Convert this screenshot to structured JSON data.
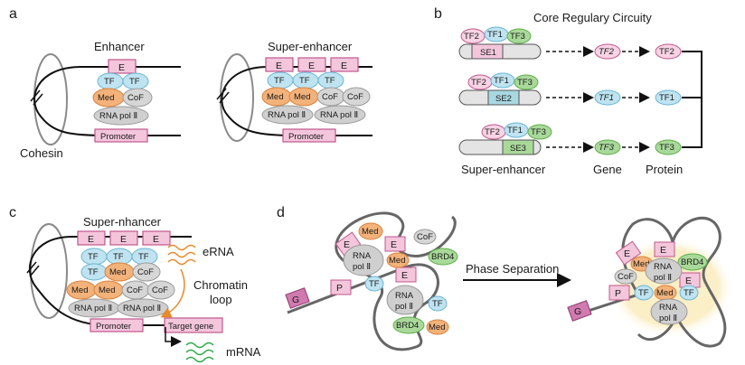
{
  "panels": {
    "a": {
      "letter": "a",
      "enhancer_title": "Enhancer",
      "super_enhancer_title": "Super-enhancer",
      "cohesin_label": "Cohesin",
      "e": "E",
      "tf": "TF",
      "med": "Med",
      "cof": "CoF",
      "rna_pol": "RNA pol Ⅱ",
      "promoter": "Promoter"
    },
    "b": {
      "letter": "b",
      "title": "Core Regulary Circuity",
      "tf1": "TF1",
      "tf2": "TF2",
      "tf3": "TF3",
      "se1": "SE1",
      "se2": "SE2",
      "se3": "SE3",
      "footer_super_enhancer": "Super-enhancer",
      "footer_gene": "Gene",
      "footer_protein": "Protein"
    },
    "c": {
      "letter": "c",
      "title": "Super-nhancer",
      "e": "E",
      "tf": "TF",
      "med": "Med",
      "cof": "CoF",
      "rna_pol": "RNA pol Ⅱ",
      "promoter": "Promoter",
      "target_gene": "Target gene",
      "erna": "eRNA",
      "chromatin": "Chromatin",
      "loop": "loop",
      "mrna": "mRNA"
    },
    "d": {
      "letter": "d",
      "phase_separation": "Phase Separation",
      "e": "E",
      "g": "G",
      "p": "P",
      "tf": "TF",
      "med": "Med",
      "cof": "CoF",
      "brd4": "BRD4",
      "rna": "RNA",
      "pol": "pol Ⅱ"
    }
  },
  "colors": {
    "e_box": "#f3c6dc",
    "e_border": "#c0588c",
    "tf": "#bfe3f0",
    "tf_border": "#6bb5d3",
    "med": "#f2b27a",
    "med_border": "#d9823e",
    "cof": "#d6d6d6",
    "rna_pol": "#cfcfcf",
    "tf2_pink": "#f7d3e4",
    "tf3_green": "#a9d99a",
    "se2_teal": "#a8d7e0",
    "g_box": "#d07ab0",
    "phase_glow": "#fbefc8"
  }
}
